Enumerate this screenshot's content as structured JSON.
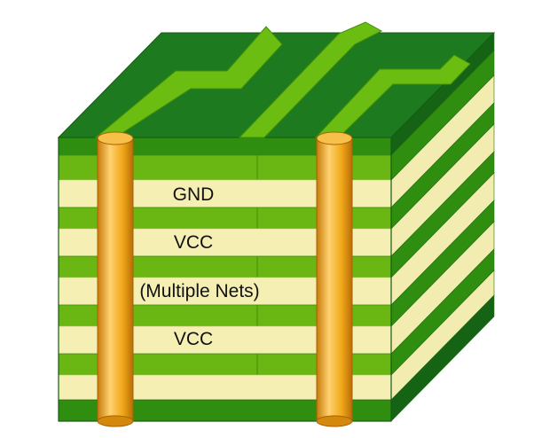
{
  "diagram": {
    "layer_labels": [
      "GND",
      "VCC",
      "(Multiple Nets)",
      "VCC"
    ],
    "colors": {
      "top_surface": "#1e7a1e",
      "top_edge": "#156315",
      "trace": "#6bbd12",
      "trace_highlight": "#9ad93c",
      "copper_layer": "#6ab612",
      "copper_layer_dark": "#2f8e10",
      "dielectric": "#f5efb3",
      "side_copper": "#2f8e10",
      "side_dielectric": "#f3ecb0",
      "via_fill": "#f2a81a",
      "via_shade": "#c77a08",
      "via_highlight": "#ffd272"
    }
  }
}
